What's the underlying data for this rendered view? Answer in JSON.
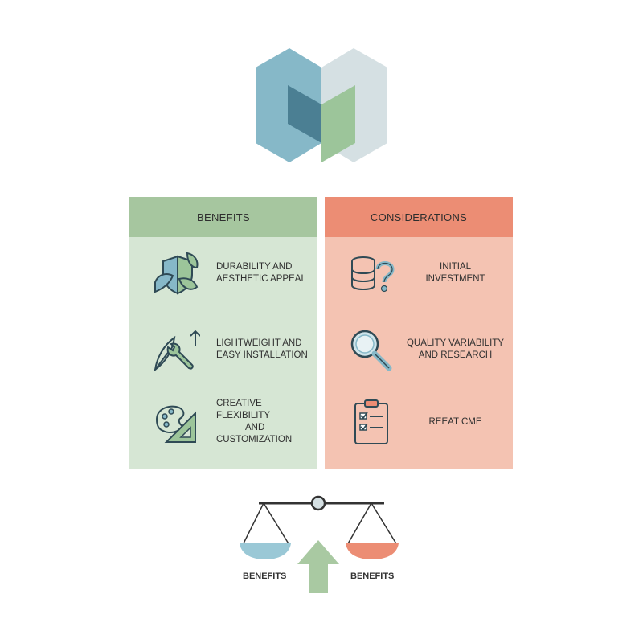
{
  "colors": {
    "benefits_header": "#a6c69f",
    "benefits_body": "#d6e6d4",
    "considerations_header": "#ec8d74",
    "considerations_body": "#f4c3b2",
    "logo_blue": "#86b8c8",
    "logo_dark": "#4b7f93",
    "logo_green": "#9cc59a",
    "logo_gray": "#d5e0e3",
    "pan_left": "#9ac8d6",
    "pan_right": "#ec8d74",
    "arrow": "#a9c9a2"
  },
  "benefits": {
    "title": "BENEFITS",
    "items": [
      {
        "icon": "shield-leaf-icon",
        "lines": [
          "DURABILITY AND",
          "AESTHETIC APPEAL"
        ]
      },
      {
        "icon": "feather-wrench-icon",
        "lines": [
          "LIGHTWEIGHT AND",
          "EASY INSTALLATION"
        ]
      },
      {
        "icon": "palette-ruler-icon",
        "lines": [
          "CREATIVE FLEXIBILITY",
          "AND",
          "CUSTOMIZATION"
        ]
      }
    ]
  },
  "considerations": {
    "title": "CONSIDERATIONS",
    "items": [
      {
        "icon": "coins-question-icon",
        "lines": [
          "INITIAL",
          "INVESTMENT"
        ]
      },
      {
        "icon": "magnifier-icon",
        "lines": [
          "QUALITY VARIABILITY",
          "AND RESEARCH"
        ]
      },
      {
        "icon": "clipboard-checklist-icon",
        "lines": [
          "REEAT CME"
        ]
      }
    ]
  },
  "scale": {
    "left_label": "BENEFITS",
    "right_label": "BENEFITS"
  }
}
